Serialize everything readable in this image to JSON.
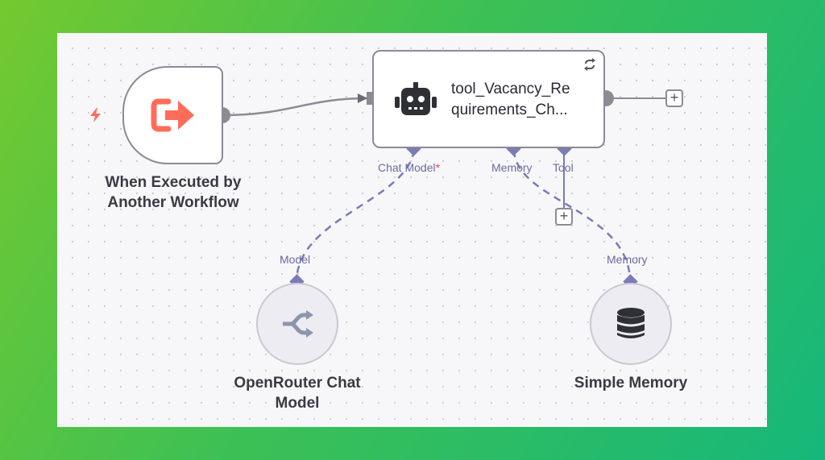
{
  "nodes": {
    "trigger": {
      "label_line1": "When Executed by",
      "label_line2": "Another Workflow",
      "icon": "exit-arrow-icon",
      "badge_icon": "lightning-bolt-icon",
      "accent": "#ff6d5a"
    },
    "agent": {
      "title_line1": "tool_Vacancy_Re",
      "title_line2": "quirements_Ch...",
      "icon": "robot-icon",
      "corner_icon": "refresh-icon",
      "ports": {
        "chat_model": "Chat Model",
        "chat_model_required": "*",
        "memory": "Memory",
        "tool": "Tool"
      }
    },
    "model": {
      "label_line1": "OpenRouter Chat",
      "label_line2": "Model",
      "port_label": "Model",
      "icon": "openrouter-icon"
    },
    "memory": {
      "label": "Simple Memory",
      "port_label": "Memory",
      "icon": "database-icon"
    }
  },
  "controls": {
    "add_after_agent": "+",
    "add_tool": "+"
  },
  "colors": {
    "connector": "#8b8b94",
    "sub_connector": "#7a7ab8",
    "port_diamond": "#7b7bb5"
  }
}
